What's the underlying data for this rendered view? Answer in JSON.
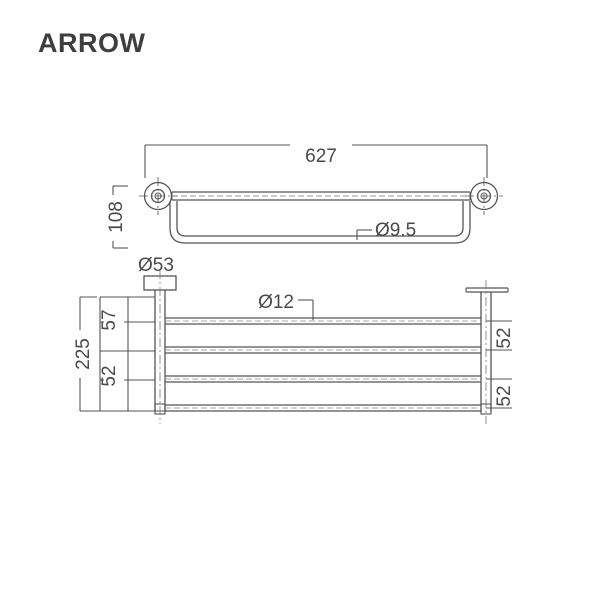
{
  "drawing": {
    "title": "ARROW",
    "type": "technical-dimension-drawing",
    "product": "double towel rail / towel shelf",
    "background_color": "#ffffff",
    "line_color": "#555555",
    "text_color": "#4a4a4a",
    "units": "mm"
  },
  "top_view": {
    "name": "top-view",
    "dimensions": {
      "overall_length": "627",
      "depth": "108",
      "rod_diameter": "Ø9.5"
    }
  },
  "front_view": {
    "name": "front-view",
    "dimensions": {
      "overall_height": "225",
      "upper_segment": "57",
      "lower_segment": "52",
      "right_upper": "52",
      "right_lower": "52",
      "flange_diameter": "Ø53",
      "rail_diameter": "Ø12"
    }
  },
  "labels": {
    "length_627": "627",
    "depth_108": "108",
    "dia_9_5": "Ø9.5",
    "dia_53": "Ø53",
    "dia_12": "Ø12",
    "height_225": "225",
    "seg_57": "57",
    "seg_52": "52",
    "right_52_upper": "52",
    "right_52_lower": "52"
  }
}
